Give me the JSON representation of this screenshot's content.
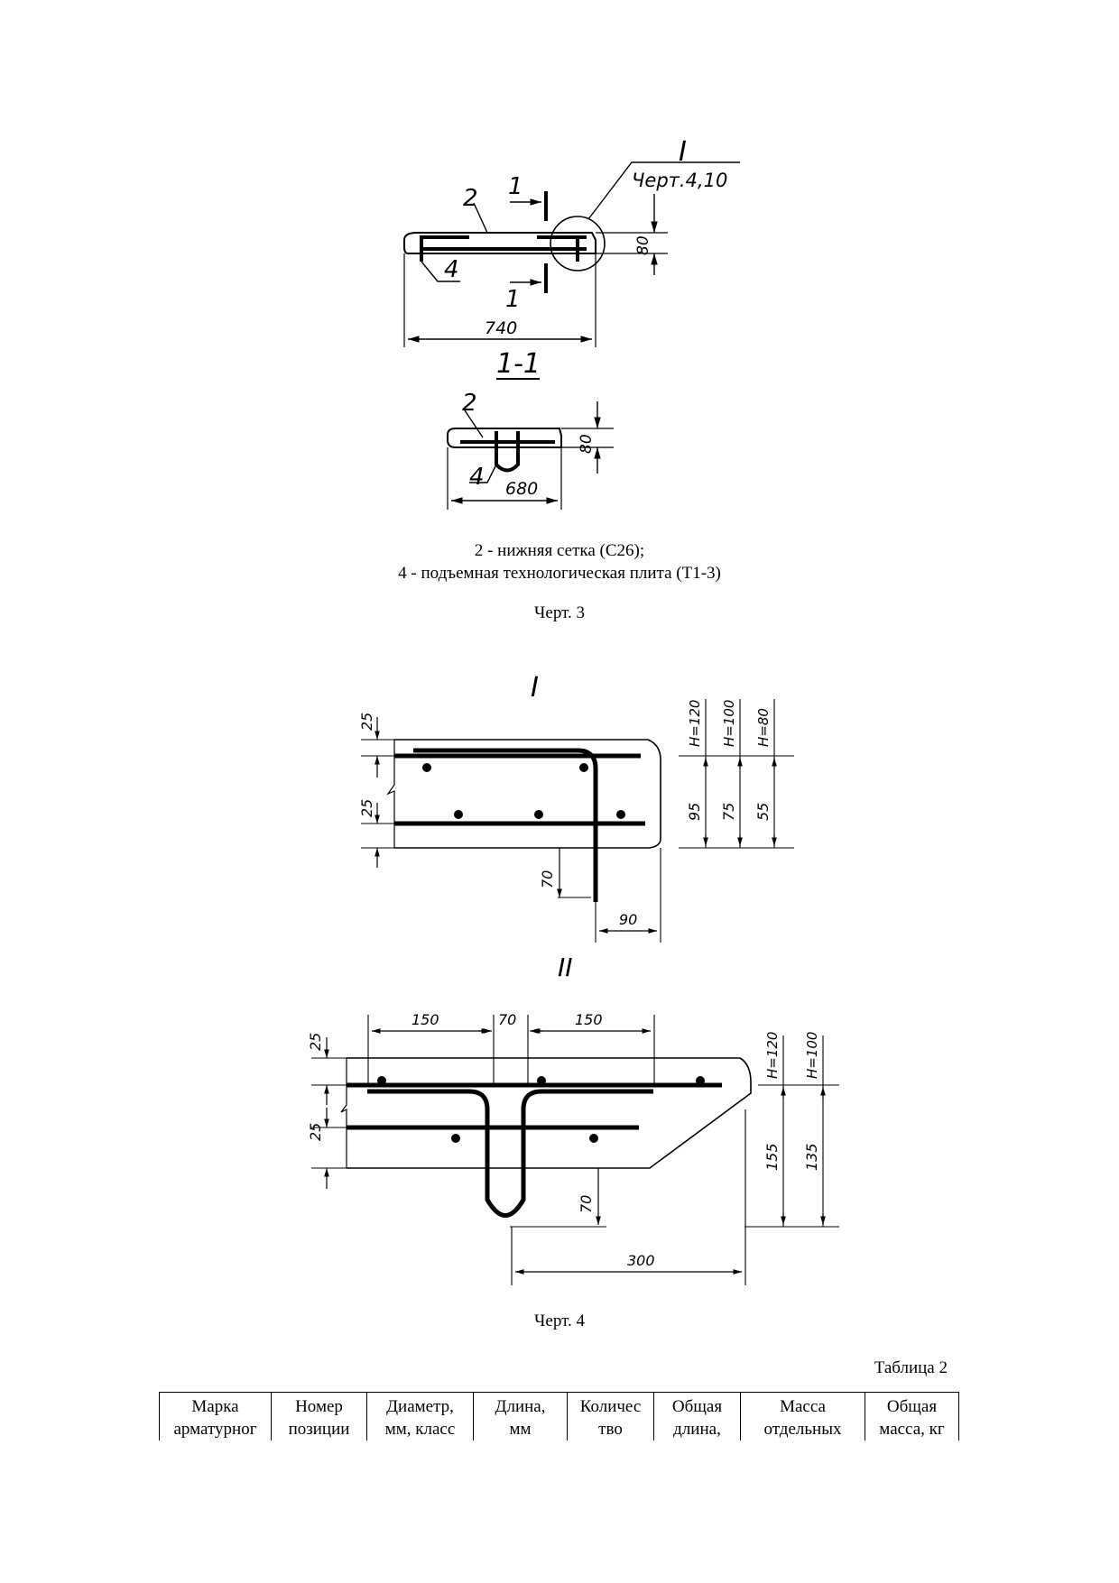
{
  "figure3": {
    "leader_label": "I",
    "leader_ref": "Черт.4,10",
    "section_mark": "1",
    "label_pos2": "2",
    "label_pos4": "4",
    "dim_height": "80",
    "dim_length": "740",
    "section_title": "1-1",
    "section_dim_height": "80",
    "section_dim_length": "680",
    "legend_line1": "2 - нижняя сетка (С26);",
    "legend_line2": "4 - подъемная технологическая плита (Т1-3)",
    "caption": "Черт. 3"
  },
  "figure4": {
    "detail1_title": "I",
    "detail1_dims": [
      "25",
      "25",
      "70",
      "90"
    ],
    "detail1_h_labels": [
      "H=120",
      "H=100",
      "H=80"
    ],
    "detail1_h_values": [
      "95",
      "75",
      "55"
    ],
    "detail2_title": "II",
    "detail2_top_dims": [
      "150",
      "70",
      "150"
    ],
    "detail2_dims": [
      "25",
      "25",
      "70",
      "300"
    ],
    "detail2_h_labels": [
      "H=120",
      "H=100"
    ],
    "detail2_h_values": [
      "155",
      "135"
    ],
    "caption": "Черт. 4"
  },
  "table2": {
    "title": "Таблица 2",
    "columns": [
      {
        "line1": "Марка",
        "line2": "арматурног"
      },
      {
        "line1": "Номер",
        "line2": "позиции"
      },
      {
        "line1": "Диаметр,",
        "line2": "мм, класс"
      },
      {
        "line1": "Длина,",
        "line2": "мм"
      },
      {
        "line1": "Количес",
        "line2": "тво"
      },
      {
        "line1": "Общая",
        "line2": "длина,"
      },
      {
        "line1": "Масса",
        "line2": "отдельных"
      },
      {
        "line1": "Общая",
        "line2": "масса, кг"
      }
    ]
  }
}
